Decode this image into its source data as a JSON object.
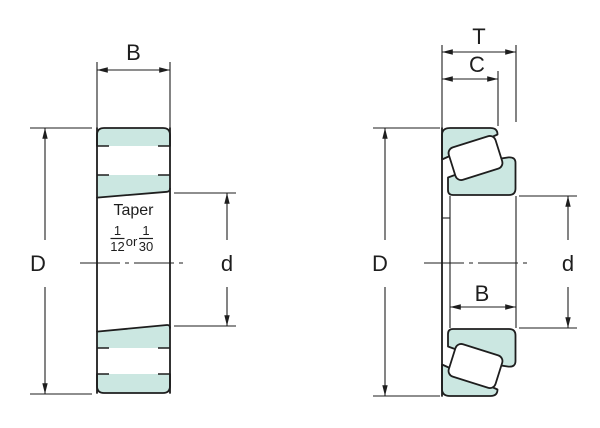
{
  "diagram_title": "tapered-bearing-dimension-diagram",
  "colors": {
    "bearing_fill": "#cbe7e1",
    "line_color": "#1e1e1e",
    "roller_fill": "#ffffff",
    "background": "#ffffff"
  },
  "left_view": {
    "width_label": "B",
    "outer_diameter_label": "D",
    "bore_label": "d",
    "taper_title": "Taper",
    "taper_fraction_1": {
      "numerator": "1",
      "denominator": "12"
    },
    "taper_conjunction": "or",
    "taper_fraction_2": {
      "numerator": "1",
      "denominator": "30"
    }
  },
  "right_view": {
    "total_width_label": "T",
    "cup_width_label": "C",
    "outer_diameter_label": "D",
    "bore_label": "d",
    "cone_width_label": "B"
  }
}
